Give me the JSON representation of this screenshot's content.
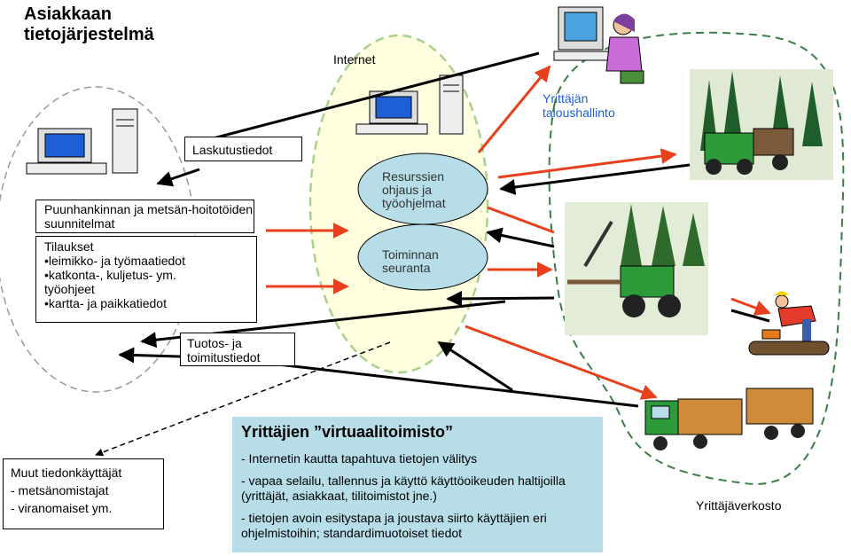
{
  "title": "Asiakkaan tietojärjestelmä",
  "internet_label": "Internet",
  "laskutus_label": "Laskutustiedot",
  "puunhankinta_label": "Puunhankinnan ja metsän-hoitotöiden suunnitelmat",
  "tilaukset": {
    "heading": "Tilaukset",
    "items": [
      "leimikko- ja työmaatiedot",
      "katkonta-, kuljetus- ym. työohjeet",
      "kartta- ja paikkatiedot"
    ]
  },
  "tuotos_label": "Tuotos- ja toimitustiedot",
  "resurssien_label": "Resurssien ohjaus ja työohjelmat",
  "toiminnan_label": "Toiminnan seuranta",
  "yrittajan_label": "Yrittäjän taloushallinto",
  "muut": {
    "heading": "Muut tiedonkäyttäjät",
    "items": [
      "- metsänomistajat",
      "- viranomaiset ym."
    ]
  },
  "virtual": {
    "title": "Yrittäjien ”virtuaalitoimisto”",
    "lines": [
      "- Internetin kautta tapahtuva tietojen välitys",
      "- vapaa selailu, tallennus ja käyttö käyttöoikeuden haltijoilla (yrittäjät, asiakkaat, tilitoimistot jne.)",
      "- tietojen avoin esitystapa ja joustava siirto käyttäjien eri ohjelmistoihin; standardimuotoiset tiedot"
    ]
  },
  "network_label": "Yrittäjäverkosto",
  "colors": {
    "arrow_red": "#e8401c",
    "internet_ellipse_fill": "#ffffe0",
    "internet_ellipse_border": "#a9d18e",
    "oval_fill": "#b7dde8",
    "network_border": "#3a7d44",
    "virtual_bg": "#b7dde8"
  }
}
